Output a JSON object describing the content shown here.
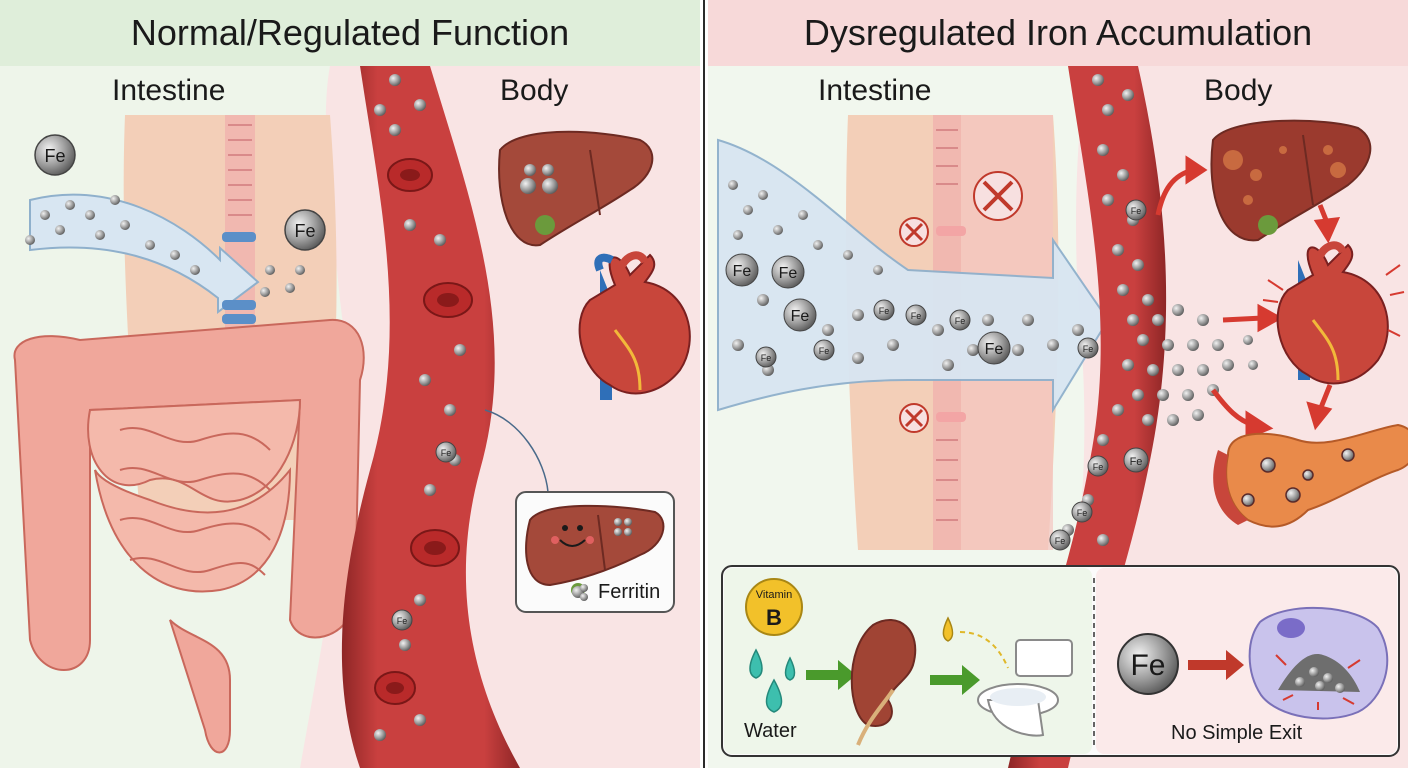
{
  "left": {
    "title": "Normal/Regulated Function",
    "intestine_label": "Intestine",
    "body_label": "Body",
    "fe_symbol": "Fe",
    "ferritin_label": "Ferritin"
  },
  "right": {
    "title": "Dysregulated Iron Accumulation",
    "intestine_label": "Intestine",
    "body_label": "Body",
    "fe_symbol": "Fe",
    "vitamin_word": "Vitamin",
    "vitamin_letter": "B",
    "water_label": "Water",
    "no_exit_label": "No Simple Exit"
  },
  "colors": {
    "vessel": "#c9403f",
    "vessel_dark": "#8e2626",
    "iron": "#8f8f8f",
    "flow_arrow": "#cfe0ef",
    "liver": "#a4493a",
    "bg_green": "#eaf3e6",
    "bg_pink": "#f8e3e3",
    "accent_red": "#d63a30",
    "accent_green": "#4a9a2c"
  },
  "icons": [
    "iron-particle-icon",
    "liver-icon",
    "heart-icon",
    "pancreas-icon",
    "kidney-icon",
    "toilet-icon",
    "cell-icon",
    "x-block-icon",
    "water-drop-icon",
    "vitamin-badge-icon"
  ]
}
